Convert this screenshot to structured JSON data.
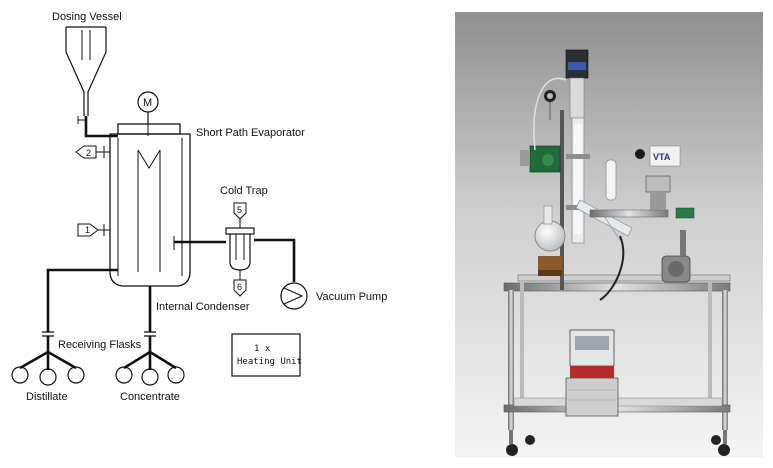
{
  "diagram": {
    "labels": {
      "dosing_vessel": "Dosing Vessel",
      "motor": "M",
      "short_path_evaporator": "Short Path Evaporator",
      "cold_trap": "Cold Trap",
      "internal_condenser": "Internal Condenser",
      "vacuum_pump": "Vacuum Pump",
      "receiving_flasks": "Receiving Flasks",
      "distillate": "Distillate",
      "concentrate": "Concentrate",
      "heating_unit_line1": "1 x",
      "heating_unit_line2": "Heating Unit"
    },
    "ports": {
      "port_2": "2",
      "port_1": "1",
      "port_5": "5",
      "port_6": "6"
    }
  },
  "photo": {
    "brand_logo": "VTA"
  }
}
